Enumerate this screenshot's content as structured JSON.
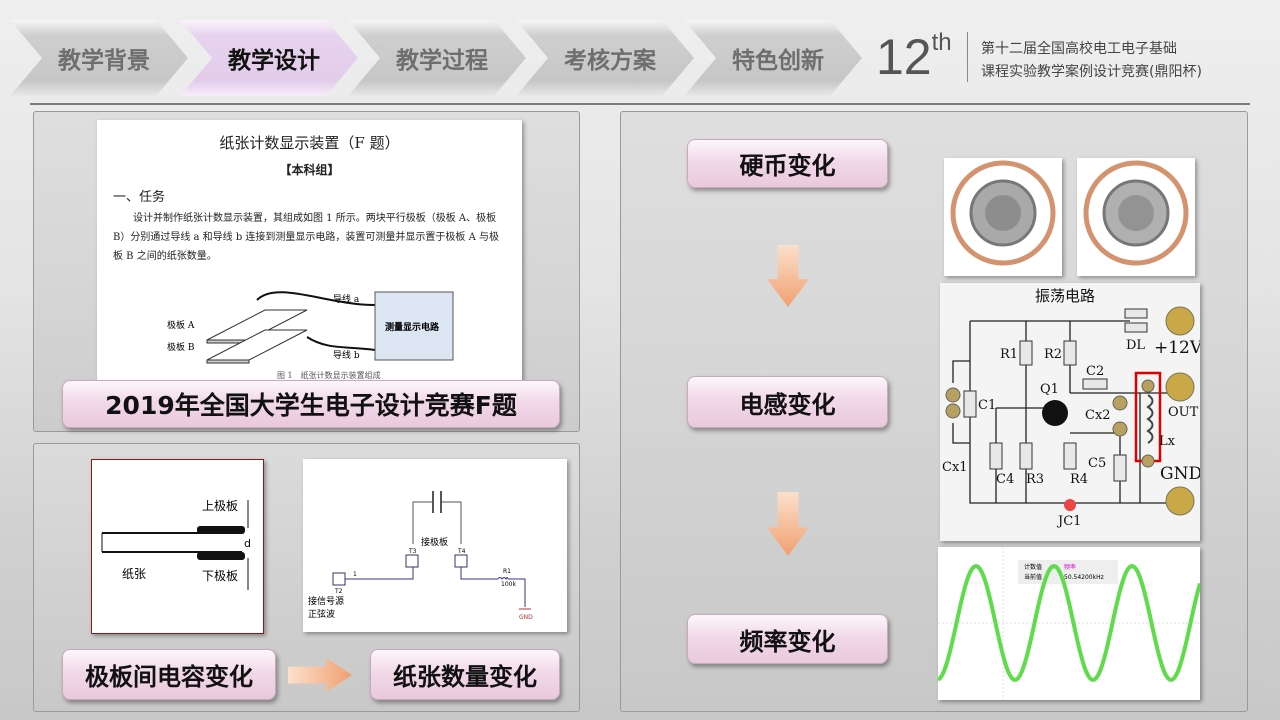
{
  "nav": {
    "tabs": [
      {
        "label": "教学背景"
      },
      {
        "label": "教学设计",
        "active": true
      },
      {
        "label": "教学过程"
      },
      {
        "label": "考核方案"
      },
      {
        "label": "特色创新"
      }
    ]
  },
  "logo": {
    "number": "12",
    "suffix": "th",
    "line1": "第十二届全国高校电工电子基础",
    "line2": "课程实验教学案例设计竞赛(鼎阳杯)"
  },
  "doc": {
    "title": "纸张计数显示装置（F 题）",
    "group": "【本科组】",
    "section": "一、任务",
    "para": "设计并制作纸张计数显示装置，其组成如图 1 所示。两块平行极板（极板 A、极板 B）分别通过导线 a 和导线 b 连接到测量显示电路，装置可测量并显示置于极板 A 与极板 B 之间的纸张数量。",
    "plate_a": "极板 A",
    "plate_b": "极板 B",
    "wire_a": "导线 a",
    "wire_b": "导线 b",
    "box": "测量显示电路",
    "caption": "图 1　纸张计数显示装置组成"
  },
  "left_top": {
    "label": "2019年全国大学生电子设计竞赛F题"
  },
  "plate_fig": {
    "upper": "上极板",
    "lower": "下极板",
    "paper": "纸张",
    "d": "d"
  },
  "schematic": {
    "plate": "接极板",
    "source1": "接信号源",
    "source2": "正弦波",
    "t2": "T2",
    "t3": "T3",
    "t4": "T4",
    "r1": "R1",
    "r1v": "100k",
    "gnd": "GND",
    "pin": "1"
  },
  "left_bottom": {
    "label1": "极板间电容变化",
    "label2": "纸张数量变化"
  },
  "right": {
    "step1": "硬币变化",
    "step2": "电感变化",
    "step3": "频率变化"
  },
  "board": {
    "title": "振荡电路",
    "dl": "DL",
    "v12": "+12V",
    "out": "OUT",
    "gnd": "GND",
    "lx": "Lx",
    "r1": "R1",
    "r2": "R2",
    "r3": "R3",
    "r4": "R4",
    "c1": "C1",
    "c2": "C2",
    "c4": "C4",
    "c5": "C5",
    "cx1": "Cx1",
    "cx2": "Cx2",
    "q1": "Q1",
    "jc1": "JC1"
  },
  "scope": {
    "row1_label": "计数值",
    "row1_value": "频率",
    "row2_label": "当前值",
    "row2_value": "50.54200kHz",
    "wave_color": "#5fdc4a"
  }
}
